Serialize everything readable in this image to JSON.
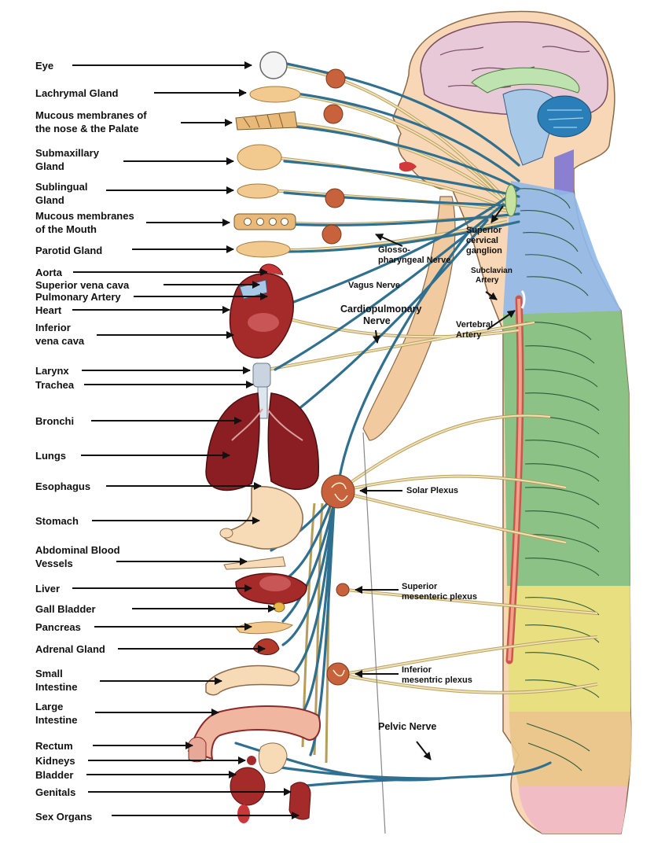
{
  "colors": {
    "nerve_blue": "#2f6f8f",
    "nerve_yellow": "#e9d9a8",
    "organ_red": "#a52a2a",
    "brain_pink": "#e8c9d8",
    "spine_blue": "#8fb8e8",
    "spine_green": "#7fc07f",
    "spine_yellow": "#e4e07a",
    "spine_orange": "#e9c58a",
    "spine_pink": "#f2bcc4",
    "skin": "#f7d7b5",
    "ganglion": "#c8623c"
  },
  "organ_labels": [
    {
      "id": "eye",
      "text": "Eye"
    },
    {
      "id": "lachrymal",
      "text": "Lachrymal Gland"
    },
    {
      "id": "mucous_nose_1",
      "text": "Mucous membranes of"
    },
    {
      "id": "mucous_nose_2",
      "text": "the nose & the Palate"
    },
    {
      "id": "submax_1",
      "text": "Submaxillary"
    },
    {
      "id": "submax_2",
      "text": "Gland"
    },
    {
      "id": "sublingual_1",
      "text": "Sublingual"
    },
    {
      "id": "sublingual_2",
      "text": "Gland"
    },
    {
      "id": "mucous_mouth_1",
      "text": "Mucous membranes"
    },
    {
      "id": "mucous_mouth_2",
      "text": "of the Mouth"
    },
    {
      "id": "parotid",
      "text": "Parotid Gland"
    },
    {
      "id": "aorta",
      "text": "Aorta"
    },
    {
      "id": "svc",
      "text": "Superior vena cava"
    },
    {
      "id": "pulmonary",
      "text": "Pulmonary Artery"
    },
    {
      "id": "heart",
      "text": "Heart"
    },
    {
      "id": "ivc_1",
      "text": "Inferior"
    },
    {
      "id": "ivc_2",
      "text": "vena cava"
    },
    {
      "id": "larynx",
      "text": "Larynx"
    },
    {
      "id": "trachea",
      "text": "Trachea"
    },
    {
      "id": "bronchi",
      "text": "Bronchi"
    },
    {
      "id": "lungs",
      "text": "Lungs"
    },
    {
      "id": "esophagus",
      "text": "Esophagus"
    },
    {
      "id": "stomach",
      "text": "Stomach"
    },
    {
      "id": "abdominal_1",
      "text": "Abdominal Blood"
    },
    {
      "id": "abdominal_2",
      "text": "Vessels"
    },
    {
      "id": "liver",
      "text": "Liver"
    },
    {
      "id": "gall",
      "text": "Gall Bladder"
    },
    {
      "id": "pancreas",
      "text": "Pancreas"
    },
    {
      "id": "adrenal",
      "text": "Adrenal Gland"
    },
    {
      "id": "small_1",
      "text": "Small"
    },
    {
      "id": "small_2",
      "text": "Intestine"
    },
    {
      "id": "large_1",
      "text": "Large"
    },
    {
      "id": "large_2",
      "text": "Intestine"
    },
    {
      "id": "rectum",
      "text": "Rectum"
    },
    {
      "id": "kidneys",
      "text": "Kidneys"
    },
    {
      "id": "bladder",
      "text": "Bladder"
    },
    {
      "id": "genitals",
      "text": "Genitals"
    },
    {
      "id": "sex_organs",
      "text": "Sex Organs"
    }
  ],
  "nerve_labels": {
    "glosso_1": "Glosso-",
    "glosso_2": "pharyngeal Nerve",
    "vagus": "Vagus Nerve",
    "cardio_1": "Cardiopulmonary",
    "cardio_2": "Nerve",
    "superior_cervical_1": "Superior",
    "superior_cervical_2": "cervical",
    "superior_cervical_3": "ganglion",
    "subclavian_1": "Subclavian",
    "subclavian_2": "Artery",
    "vertebral_1": "Vertebral",
    "vertebral_2": "Artery",
    "solar": "Solar Plexus",
    "sup_mesenteric_1": "Superior",
    "sup_mesenteric_2": "mesenteric plexus",
    "inf_mesenteric_1": "Inferior",
    "inf_mesenteric_2": "mesentric plexus",
    "pelvic": "Pelvic Nerve"
  }
}
